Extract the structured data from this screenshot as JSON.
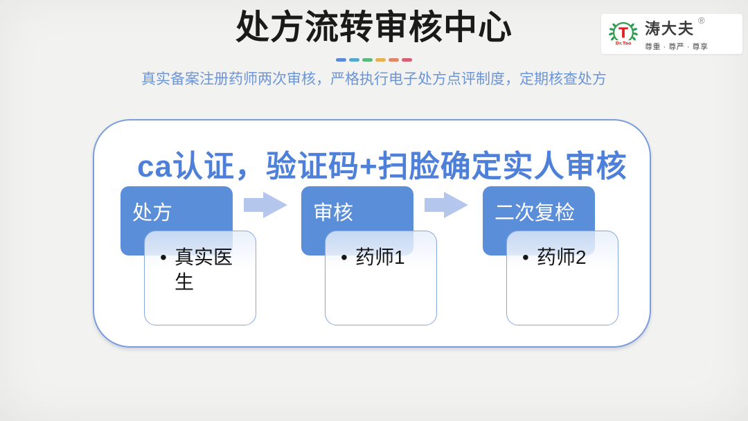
{
  "slide": {
    "title": "处方流转审核中心",
    "subtitle": "真实备案注册药师两次审核，严格执行电子处方点评制度，定期核查处方",
    "underline_dash_colors": [
      "#5b8bd8",
      "#55a8cf",
      "#5cb97e",
      "#e8b04e",
      "#e08768",
      "#d95f72"
    ]
  },
  "logo": {
    "brand": "涛大夫",
    "registered_mark": "®",
    "tagline": "尊重 · 尊严 · 尊享",
    "emblem_letter": "T",
    "emblem_caption": "Dr.Tao"
  },
  "panel": {
    "heading": "ca认证，验证码+扫脸确定实人审核",
    "bullet": "•",
    "steps": [
      {
        "label": "处方",
        "detail": "真实医生"
      },
      {
        "label": "审核",
        "detail": "药师1"
      },
      {
        "label": "二次复检",
        "detail": "药师2"
      }
    ]
  },
  "colors": {
    "background": "#f0f0ee",
    "title_text": "#1a1a1a",
    "subtitle_text": "#6b95d8",
    "heading_text": "#4e80d9",
    "panel_border": "#7b9cdc",
    "step_box_fill": "#5b8ed9",
    "step_box_text": "#ffffff",
    "card_border": "#85a7e2",
    "card_text": "#151515",
    "arrow_fill": "#b5c6ec",
    "logo_ring": "#2f9e50",
    "logo_letter": "#e31f1f",
    "brand_text": "#3c3c3c",
    "tagline_text": "#4a4a4a"
  }
}
